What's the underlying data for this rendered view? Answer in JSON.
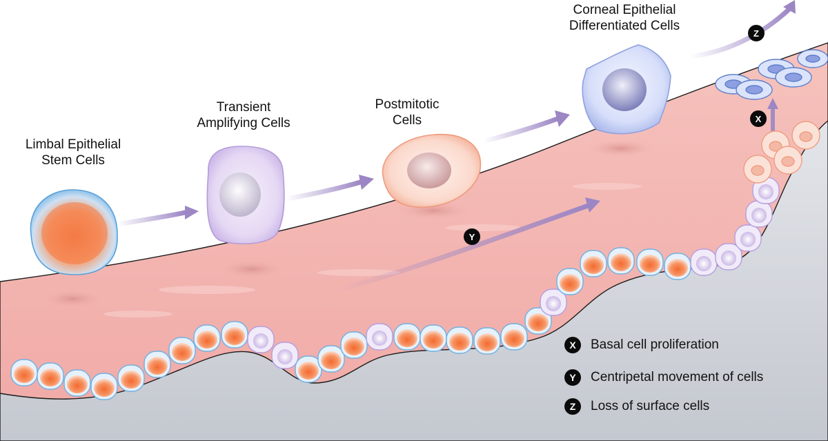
{
  "labels": {
    "stem": [
      "Limbal Epithelial",
      "Stem Cells"
    ],
    "transient": [
      "Transient",
      "Amplifying Cells"
    ],
    "postmitotic": [
      "Postmitotic",
      "Cells"
    ],
    "corneal": [
      "Corneal Epithelial",
      "Differentiated Cells"
    ]
  },
  "markers": {
    "x": "X",
    "y": "Y",
    "z": "Z"
  },
  "legend": [
    {
      "marker": "X",
      "text": "Basal cell proliferation"
    },
    {
      "marker": "Y",
      "text": "Centripetal movement of cells"
    },
    {
      "marker": "Z",
      "text": "Loss of surface cells"
    }
  ],
  "colors": {
    "stroma": "#d3d6dc",
    "epithelium": "#f2b4b0",
    "epithelium_light": "#f8d2cd",
    "arrow": "#9c86c4",
    "stem_core": "#f47c4a",
    "ta_cell": "#e2d4f3",
    "postmitotic_cell": "#fbd5c7",
    "corneal_cell": "#cfd9f3",
    "badge": "#0b0b0b"
  }
}
